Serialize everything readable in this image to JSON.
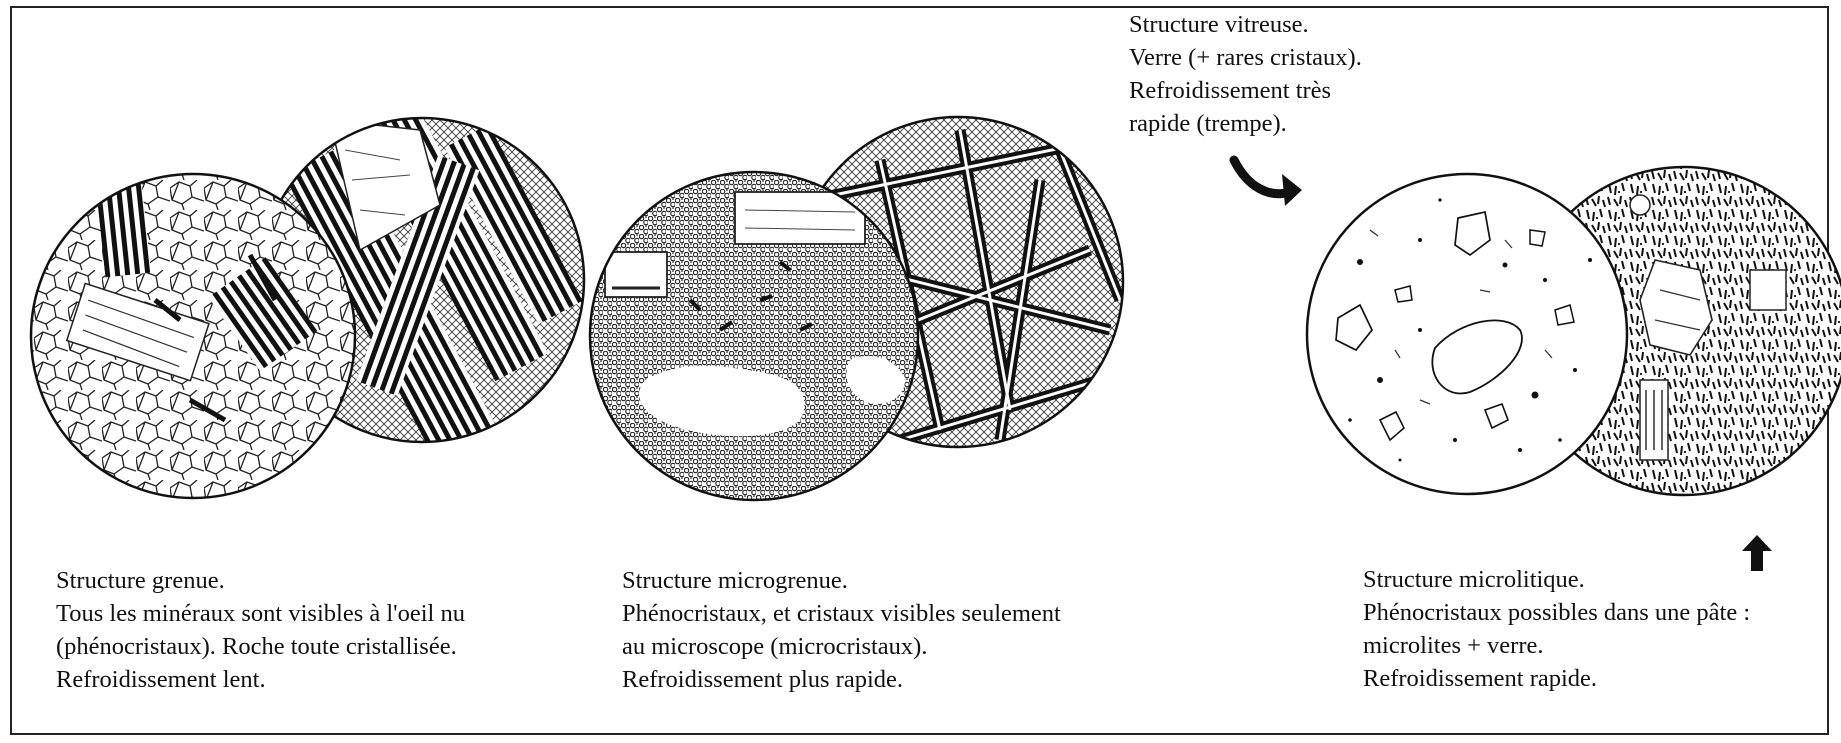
{
  "panels": [
    {
      "id": "grenue",
      "caption": [
        "Structure grenue.",
        "Tous les minéraux sont visibles à l'oeil nu",
        "(phénocristaux). Roche toute cristallisée.",
        "Refroidissement lent."
      ]
    },
    {
      "id": "microgrenue",
      "caption": [
        "Structure microgrenue.",
        "Phénocristaux, et cristaux visibles seulement",
        "au microscope (microcristaux).",
        "Refroidissement plus rapide."
      ]
    },
    {
      "id": "microlitique",
      "caption": [
        "Structure microlitique.",
        "Phénocristaux possibles dans une pâte :",
        "microlites + verre.",
        "Refroidissement rapide."
      ]
    },
    {
      "id": "vitreuse",
      "caption": [
        "Structure vitreuse.",
        "Verre (+ rares cristaux).",
        "Refroidissement très",
        "rapide (trempe)."
      ]
    }
  ],
  "colors": {
    "ink": "#111111",
    "background": "#ffffff"
  },
  "icons": [
    "curved-arrow-icon",
    "up-arrow-icon"
  ]
}
